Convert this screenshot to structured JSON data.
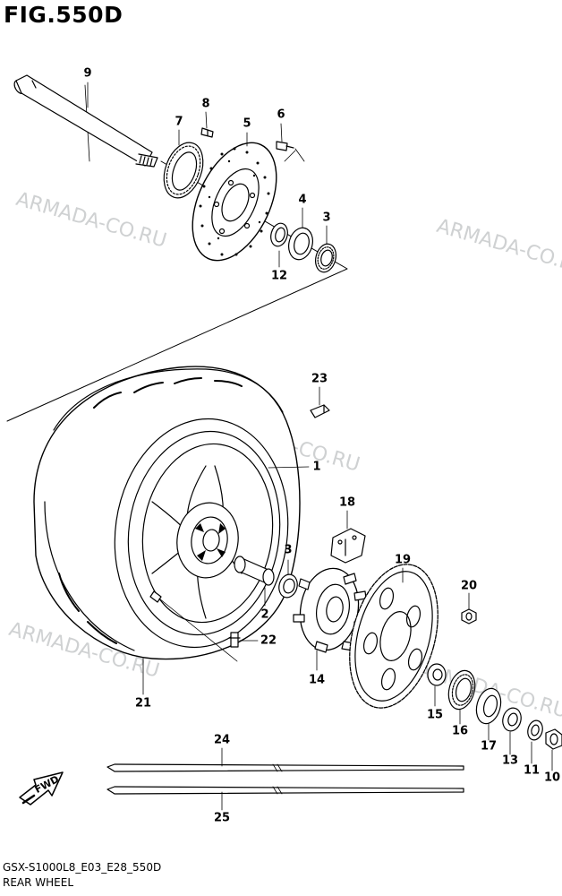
{
  "figure": {
    "title": "FIG.550D",
    "model_code": "GSX-S1000L8_E03_E28_550D",
    "section_name": "REAR WHEEL"
  },
  "watermark": "ARMADA-CO.RU",
  "fwd_label": "FWD",
  "callouts": {
    "c1": "1",
    "c2": "2",
    "c3a": "3",
    "c3b": "3",
    "c4": "4",
    "c5": "5",
    "c6": "6",
    "c7": "7",
    "c8": "8",
    "c9": "9",
    "c10": "10",
    "c11": "11",
    "c12": "12",
    "c13": "13",
    "c14": "14",
    "c15": "15",
    "c16": "16",
    "c17": "17",
    "c18": "18",
    "c19": "19",
    "c20": "20",
    "c21": "21",
    "c22": "22",
    "c23": "23",
    "c24": "24",
    "c25": "25"
  },
  "colors": {
    "ink": "#000000",
    "watermark": "#bfc2c4"
  }
}
